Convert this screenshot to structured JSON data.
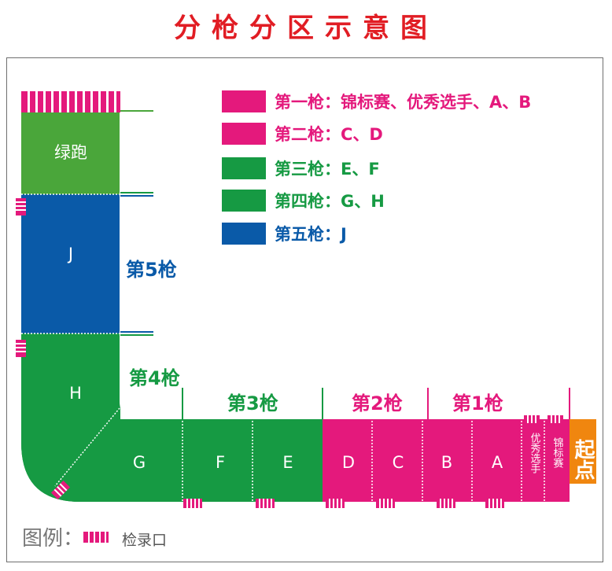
{
  "title": "分枪分区示意图",
  "colors": {
    "magenta": "#E4197C",
    "green": "#169A43",
    "light_green": "#4AA63A",
    "blue": "#0A5AA8",
    "orange": "#F0860F",
    "title_red": "#E11D24"
  },
  "legend": [
    {
      "label": "第一枪：锦标赛、优秀选手、A、B",
      "color": "#E4197C"
    },
    {
      "label": "第二枪：C、D",
      "color": "#E4197C"
    },
    {
      "label": "第三枪：E、F",
      "color": "#169A43"
    },
    {
      "label": "第四枪：G、H",
      "color": "#169A43"
    },
    {
      "label": "第五枪：J",
      "color": "#0A5AA8"
    }
  ],
  "zones": {
    "green_run": "绿跑",
    "j": "J",
    "h": "H",
    "g": "G",
    "f": "F",
    "e": "E",
    "d": "D",
    "c": "C",
    "b": "B",
    "a": "A",
    "elite": "优秀选手",
    "championship": "锦标赛",
    "start": "起点"
  },
  "waves": {
    "w1": "第1枪",
    "w2": "第2枪",
    "w3": "第3枪",
    "w4": "第4枪",
    "w5": "第5枪"
  },
  "key": {
    "prefix": "图例：",
    "checkin_label": "检录口",
    "checkin_icon": "checkin-gate-icon"
  }
}
